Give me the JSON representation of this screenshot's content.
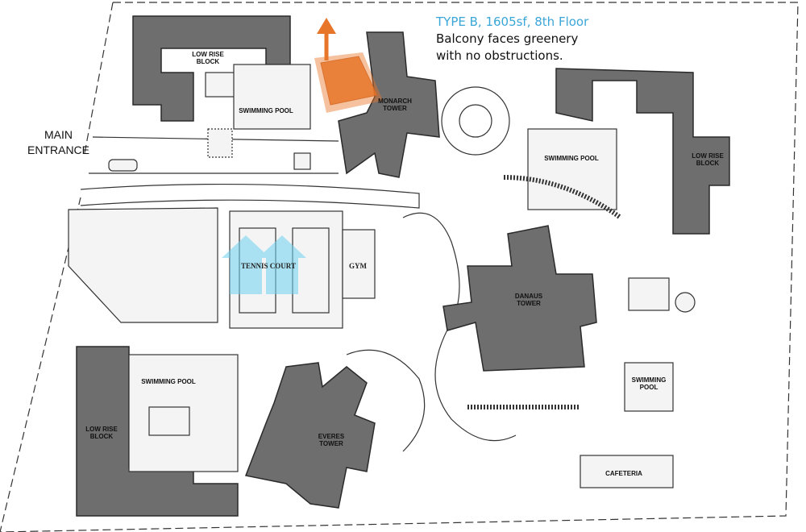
{
  "callout": {
    "title": "TYPE B, 1605sf, 8th Floor",
    "line1": "Balcony faces greenery",
    "line2": "with no obstructions."
  },
  "main_entrance": {
    "line1": "MAIN",
    "line2": "ENTRANCE"
  },
  "labels": {
    "low_rise_nw": [
      "LOW RISE",
      "BLOCK"
    ],
    "pool_nw": "SWIMMING POOL",
    "monarch": [
      "MONARCH",
      "TOWER"
    ],
    "pool_ne": "SWIMMING POOL",
    "low_rise_e": [
      "LOW RISE",
      "BLOCK"
    ],
    "tennis": "TENNIS COURT",
    "gym": "GYM",
    "danaus": [
      "DANAUS",
      "TOWER"
    ],
    "pool_sw": "SWIMMING POOL",
    "low_rise_sw": [
      "LOW RISE",
      "BLOCK"
    ],
    "everes": [
      "EVERES",
      "TOWER"
    ],
    "pool_se": [
      "SWIMMING",
      "POOL"
    ],
    "cafeteria": "CAFETERIA"
  },
  "colors": {
    "highlight": "#e8762a",
    "callout_title": "#3aa6d8",
    "building": "#6e6e6e",
    "watermark": "#6fd3f2"
  }
}
